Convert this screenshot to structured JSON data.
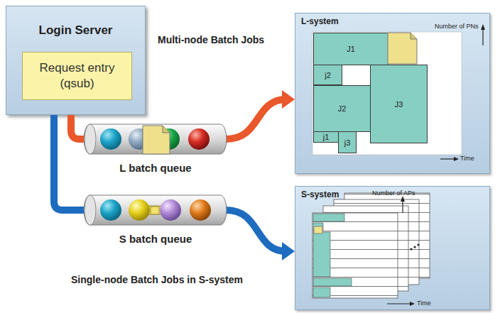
{
  "diagram": {
    "nodes": [
      {
        "text": [
          "Login Server"
        ]
      },
      {
        "text": [
          "Request entry (qsub)"
        ],
        "in": 0
      },
      {
        "text": [
          "L batch queue"
        ]
      },
      {
        "text": [
          "S batch queue"
        ]
      },
      {
        "text": [
          "L-system"
        ]
      },
      {
        "text": [
          "J1"
        ],
        "in": 4
      },
      {
        "text": [
          "j2"
        ],
        "in": 4
      },
      {
        "text": [
          "J2"
        ],
        "in": 4
      },
      {
        "text": [
          "J3"
        ],
        "in": 4
      },
      {
        "text": [
          "j1"
        ],
        "in": 4
      },
      {
        "text": [
          "j3"
        ],
        "in": 4
      },
      {
        "text": [
          "S-system"
        ]
      }
    ],
    "edges": [
      {
        "from": 0,
        "to": 2,
        "arrow": "none"
      },
      {
        "from": 2,
        "to": 4,
        "arrow": "to"
      },
      {
        "from": 0,
        "to": 3,
        "arrow": "none"
      },
      {
        "from": 3,
        "to": 11,
        "arrow": "to"
      }
    ],
    "labels": [
      "Multi-node Batch Jobs",
      "Number of PNs",
      "Time",
      "Single-node Batch Jobs in S-system",
      "Number of APs",
      "Time"
    ]
  }
}
